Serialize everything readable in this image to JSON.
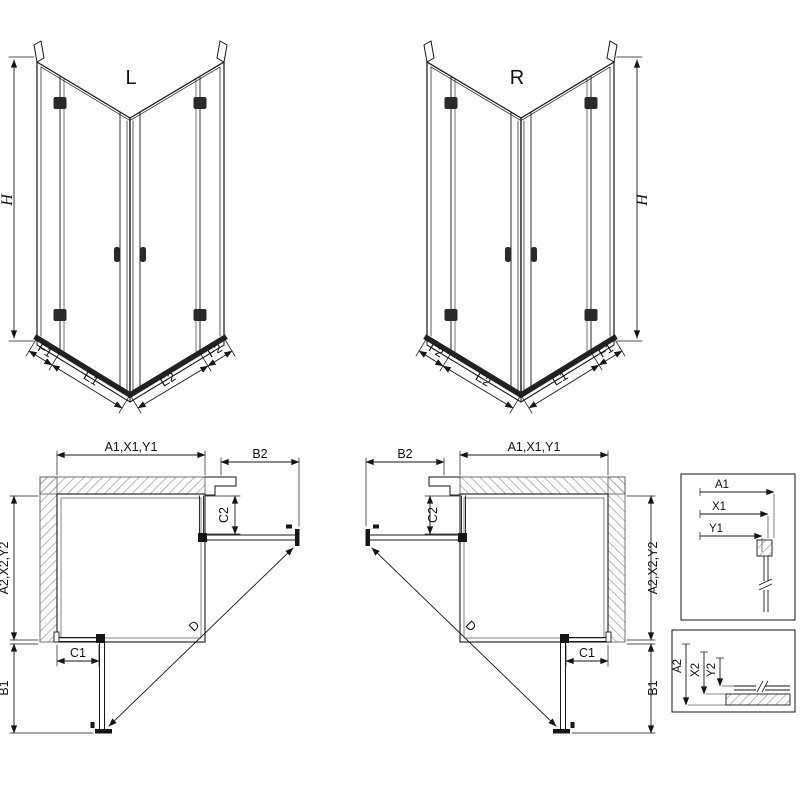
{
  "iso": {
    "left": {
      "label": "L",
      "h": "H",
      "f1": "F1",
      "e1": "E1",
      "e2": "E2",
      "f2": "F2"
    },
    "right": {
      "label": "R",
      "h": "H",
      "f1": "F1",
      "e1": "E1",
      "e2": "E2",
      "f2": "F2"
    }
  },
  "plan": {
    "left": {
      "top": "A1,X1,Y1",
      "b2": "B2",
      "c2": "C2",
      "side": "A2,X2,Y2",
      "c1": "C1",
      "b1": "B1",
      "d": "D"
    },
    "right": {
      "top": "A1,X1,Y1",
      "b2": "B2",
      "c2": "C2",
      "side": "A2,X2,Y2",
      "c1": "C1",
      "b1": "B1",
      "d": "D"
    }
  },
  "detail": {
    "top": {
      "a1": "A1",
      "x1": "X1",
      "y1": "Y1"
    },
    "bottom": {
      "a2": "A2",
      "x2": "X2",
      "y2": "Y2"
    }
  },
  "colors": {
    "line": "#161616",
    "hatch": "#9a9a9a",
    "background": "#ffffff"
  }
}
